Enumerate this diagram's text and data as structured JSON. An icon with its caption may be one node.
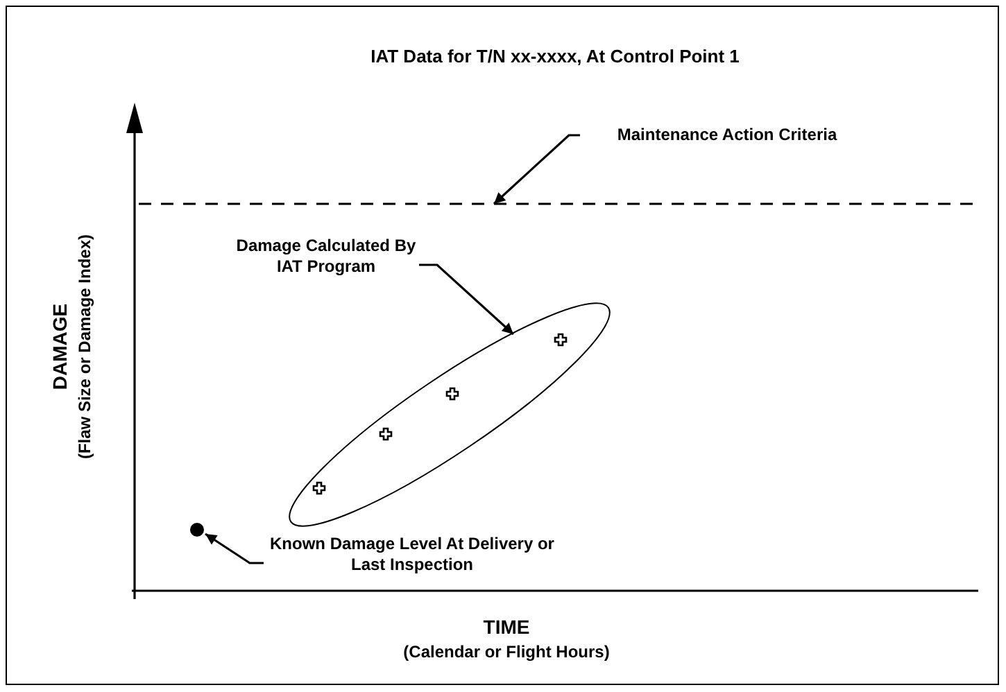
{
  "diagram": {
    "title": "IAT Data for T/N xx-xxxx,  At Control Point 1",
    "nodes": [
      {
        "text": [
          "Maintenance Action Criteria"
        ]
      },
      {
        "text": [],
        "shape": "line"
      },
      {
        "text": [
          "Damage Calculated By IAT Program"
        ]
      },
      {
        "text": [],
        "shape": "ellipse"
      },
      {
        "text": [
          "Known Damage Level At Delivery or Last Inspection"
        ]
      },
      {
        "text": [],
        "shape": "circle"
      }
    ],
    "edges": [
      {
        "from": 0,
        "to": 1,
        "arrow": "to"
      },
      {
        "from": 2,
        "to": 3,
        "arrow": "to"
      },
      {
        "from": 4,
        "to": 5,
        "arrow": "to"
      }
    ],
    "labels": [
      "DAMAGE",
      "(Flaw Size or Damage Index)",
      "TIME",
      "(Calendar or Flight Hours)"
    ]
  }
}
